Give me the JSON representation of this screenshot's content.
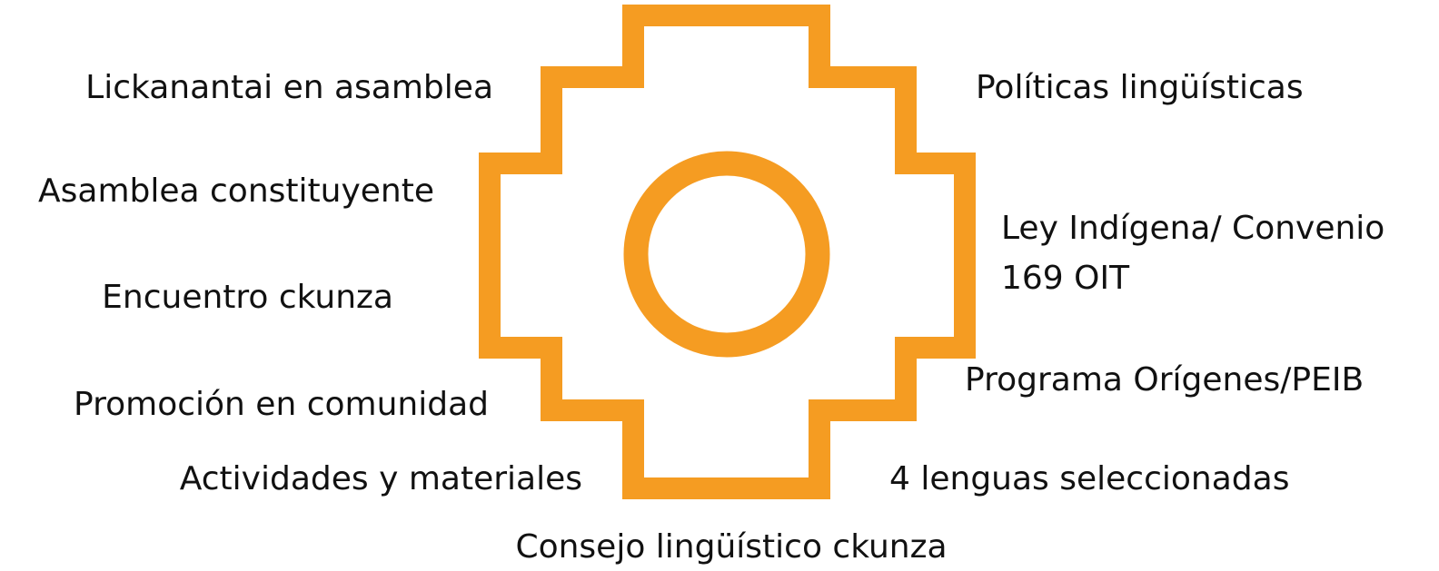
{
  "colors": {
    "chakana": "#f59c22",
    "background": "#ffffff",
    "text": "#111111"
  },
  "left_labels": [
    "Lickanantai en asamblea",
    "Asamblea constituyente",
    "Encuentro ckunza",
    "Promoción en comunidad",
    "Actividades y materiales"
  ],
  "right_labels": [
    "Políticas lingüísticas",
    "Ley Indígena/ Convenio",
    "169 OIT",
    "Programa Orígenes/PEIB",
    "4 lenguas seleccionadas"
  ],
  "bottom_label": "Consejo lingüístico ckunza"
}
